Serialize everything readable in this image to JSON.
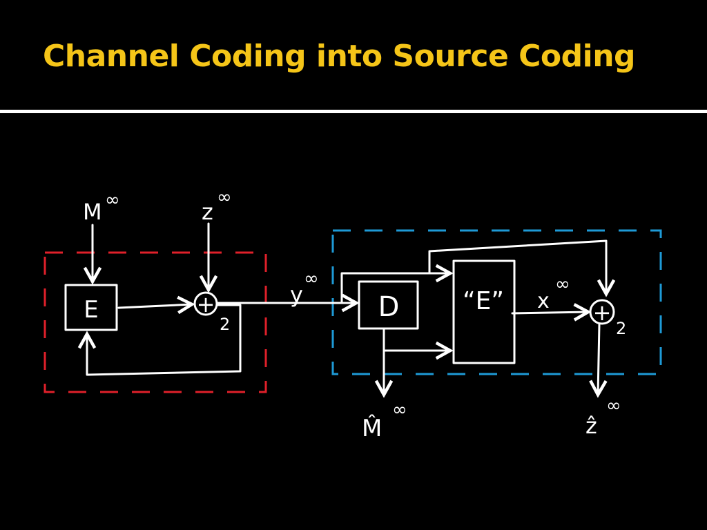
{
  "slide": {
    "title": "Channel Coding into Source Coding"
  },
  "diagram": {
    "labels": {
      "message_in": "M",
      "message_in_sup": "∞",
      "noise_in": "z",
      "noise_in_sup": "∞",
      "channel_out": "y",
      "channel_out_sup": "∞",
      "source_code": "x",
      "source_code_sup": "∞",
      "message_out": "M̂",
      "message_out_sup": "∞",
      "noise_out": "ẑ",
      "noise_out_sup": "∞",
      "adder_left_sub": "2",
      "adder_right_sub": "2"
    },
    "blocks": {
      "encoder": "E",
      "decoder": "D",
      "reencoder": "“E”"
    },
    "adders": {
      "left": "+",
      "right": "+"
    },
    "colors": {
      "title": "#f5c518",
      "left_region": "#e0202a",
      "right_region": "#1e9ad6",
      "lines": "#ffffff"
    }
  }
}
